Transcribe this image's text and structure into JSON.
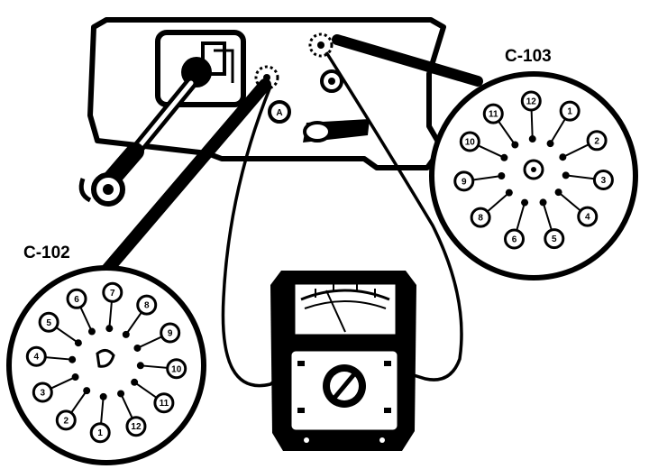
{
  "labels": {
    "left_switch": "C-102",
    "right_switch": "C-103",
    "jack_a": "A"
  },
  "switch_c103": {
    "contacts": [
      {
        "label": "11"
      },
      {
        "label": "12"
      },
      {
        "label": "1"
      },
      {
        "label": "2"
      },
      {
        "label": "3"
      },
      {
        "label": "4"
      },
      {
        "label": "5"
      },
      {
        "label": "6"
      },
      {
        "label": "8"
      },
      {
        "label": "9"
      },
      {
        "label": "10"
      }
    ]
  },
  "switch_c102": {
    "contacts": [
      {
        "label": "6"
      },
      {
        "label": "7"
      },
      {
        "label": "8"
      },
      {
        "label": "9"
      },
      {
        "label": "10"
      },
      {
        "label": "11"
      },
      {
        "label": "12"
      },
      {
        "label": "1"
      },
      {
        "label": "2"
      },
      {
        "label": "3"
      },
      {
        "label": "4"
      },
      {
        "label": "5"
      }
    ]
  },
  "colors": {
    "ink": "#000000",
    "paper": "#ffffff"
  }
}
